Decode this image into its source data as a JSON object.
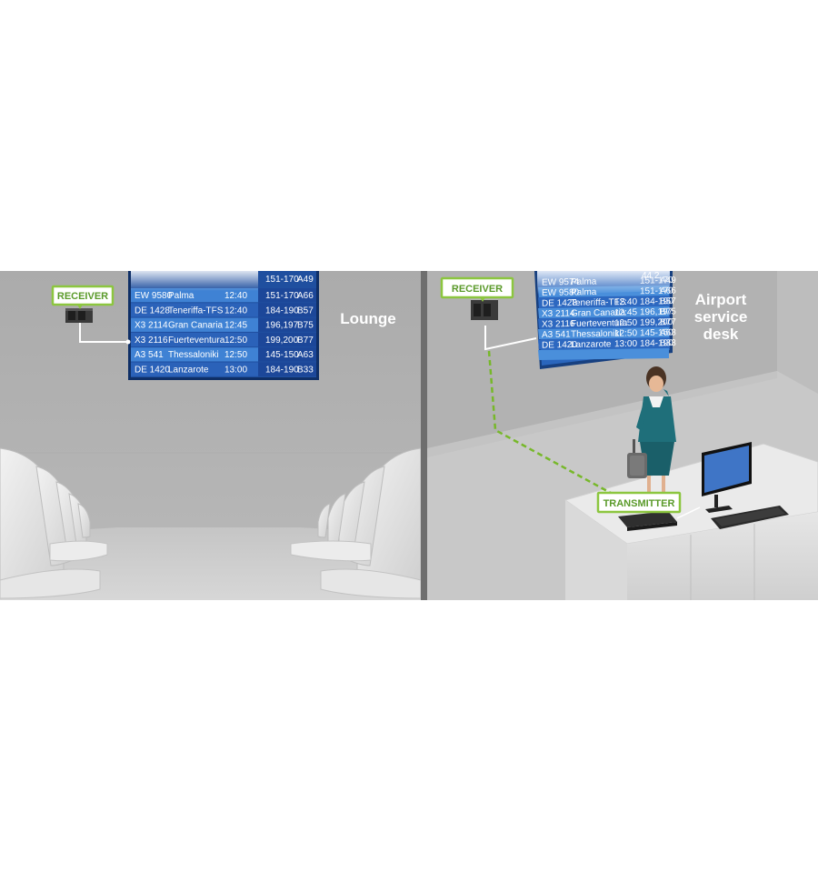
{
  "labels": {
    "receiver_left": "RECEIVER",
    "receiver_right": "RECEIVER",
    "transmitter": "TRANSMITTER"
  },
  "rooms": {
    "lounge": "Lounge",
    "service_desk_lines": [
      "Airport",
      "service",
      "desk"
    ]
  },
  "lounge_board": {
    "rows": [
      {
        "flight": "EW 9580",
        "dest": "Palma",
        "time": "12:40",
        "gate": "151-170",
        "stand": "A66"
      },
      {
        "flight": "DE 1428",
        "dest": "Teneriffa-TFS",
        "time": "12:40",
        "gate": "184-190",
        "stand": "B57"
      },
      {
        "flight": "X3 2114",
        "dest": "Gran Canaria",
        "time": "12:45",
        "gate": "196,197",
        "stand": "B75"
      },
      {
        "flight": "X3 2116",
        "dest": "Fuerteventura",
        "time": "12:50",
        "gate": "199,200",
        "stand": "B77"
      },
      {
        "flight": "A3  541",
        "dest": "Thessaloniki",
        "time": "12:50",
        "gate": "145-150",
        "stand": "A63"
      },
      {
        "flight": "DE 1420",
        "dest": "Lanzarote",
        "time": "13:00",
        "gate": "184-190",
        "stand": "B33"
      }
    ],
    "top_partial": {
      "gate": "151-170",
      "stand": "A49"
    }
  },
  "desk_board": {
    "rows": [
      {
        "flight": "EW 9574",
        "dest": "Palma",
        "gate": "151-170",
        "stand": "A49"
      },
      {
        "flight": "EW 9580",
        "dest": "Palma",
        "gate": "151-170",
        "stand": "A66"
      },
      {
        "flight": "DE 1428",
        "dest": "Teneriffa-TFS",
        "time": "12:40",
        "gate": "184-190",
        "stand": "B57"
      },
      {
        "flight": "X3 2114",
        "dest": "Gran Canaria",
        "time": "12:45",
        "gate": "196,197",
        "stand": "B75"
      },
      {
        "flight": "X3 2116",
        "dest": "Fuerteventura",
        "time": "12:50",
        "gate": "199,200",
        "stand": "B77"
      },
      {
        "flight": "A3  541",
        "dest": "Thessaloniki",
        "time": "12:50",
        "gate": "145-150",
        "stand": "A63"
      },
      {
        "flight": "DE 1420",
        "dest": "Lanzarote",
        "time": "13:00",
        "gate": "184-190",
        "stand": "B33"
      }
    ],
    "header_numbers": "44  2"
  },
  "colors": {
    "wall": "#b3b3b3",
    "floor": "#c6c6c6",
    "board_dark": "#1d4fa5",
    "board_light": "#3a84d6",
    "label_green": "#8cc63f",
    "cable_green": "#77b82a"
  }
}
